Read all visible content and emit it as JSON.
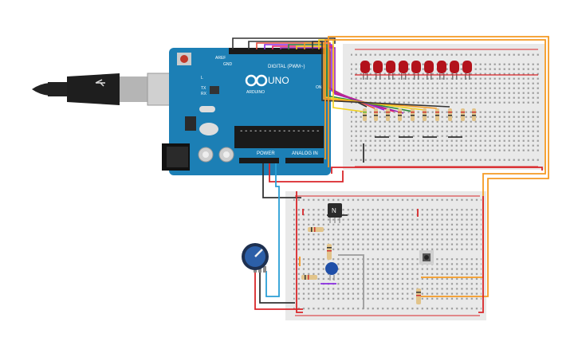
{
  "arduino": {
    "brand": "ARDUINO",
    "model": "UNO",
    "digital_label": "DIGITAL (PWM~)",
    "power_label": "POWER",
    "analog_label": "ANALOG IN",
    "on_label": "ON",
    "tx_label": "TX",
    "rx_label": "RX",
    "l_label": "L",
    "aref_label": "AREF",
    "gnd_label": "GND"
  },
  "transistor": {
    "label": "N"
  },
  "colors": {
    "board": "#1c7fb5",
    "breadboard": "#e9e9e9",
    "led": "#b3121b",
    "wire_red": "#d9262a",
    "wire_orange": "#f59a23",
    "wire_black": "#333333",
    "wire_blue": "#2a9fd6",
    "wire_gray": "#9a9a9a",
    "wire_purple": "#8a2be2",
    "wire_green": "#2e8b3d",
    "wire_yellow": "#f2d21b"
  },
  "components": {
    "usb_plug": "usb-plug-icon",
    "led_count": 9,
    "resistor_count": 13,
    "potentiometer": "potentiometer-icon",
    "pushbutton": "pushbutton-icon",
    "capacitor": "capacitor-icon"
  }
}
